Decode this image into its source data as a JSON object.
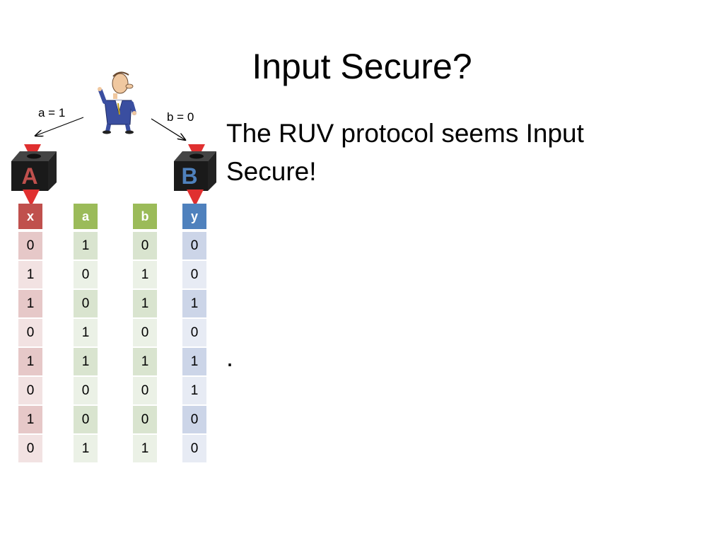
{
  "slide": {
    "title": "Input Secure?",
    "body_text": "The RUV protocol seems Input Secure!",
    "trailing_mark": "."
  },
  "diagram": {
    "left_arrow_label": "a = 1",
    "right_arrow_label": "b = 0",
    "box_a_letter": "A",
    "box_b_letter": "B",
    "box_a_letter_color": "#c0504d",
    "box_b_letter_color": "#4f81bd"
  },
  "tables": [
    {
      "header": "x",
      "values": [
        "0",
        "1",
        "1",
        "0",
        "1",
        "0",
        "1",
        "0"
      ],
      "header_color": "#c0504d",
      "row_colors": [
        "#e6c8c8",
        "#f2e2e2"
      ]
    },
    {
      "header": "a",
      "values": [
        "1",
        "0",
        "0",
        "1",
        "1",
        "0",
        "0",
        "1"
      ],
      "header_color": "#9bbb59",
      "row_colors": [
        "#d9e4cf",
        "#ebf1e6"
      ]
    },
    {
      "header": "b",
      "values": [
        "0",
        "1",
        "1",
        "0",
        "1",
        "0",
        "0",
        "1"
      ],
      "header_color": "#9bbb59",
      "row_colors": [
        "#d9e4cf",
        "#ebf1e6"
      ]
    },
    {
      "header": "y",
      "values": [
        "0",
        "0",
        "1",
        "0",
        "1",
        "1",
        "0",
        "0"
      ],
      "header_color": "#4f81bd",
      "row_colors": [
        "#ccd5e8",
        "#e7ebf4"
      ]
    }
  ]
}
